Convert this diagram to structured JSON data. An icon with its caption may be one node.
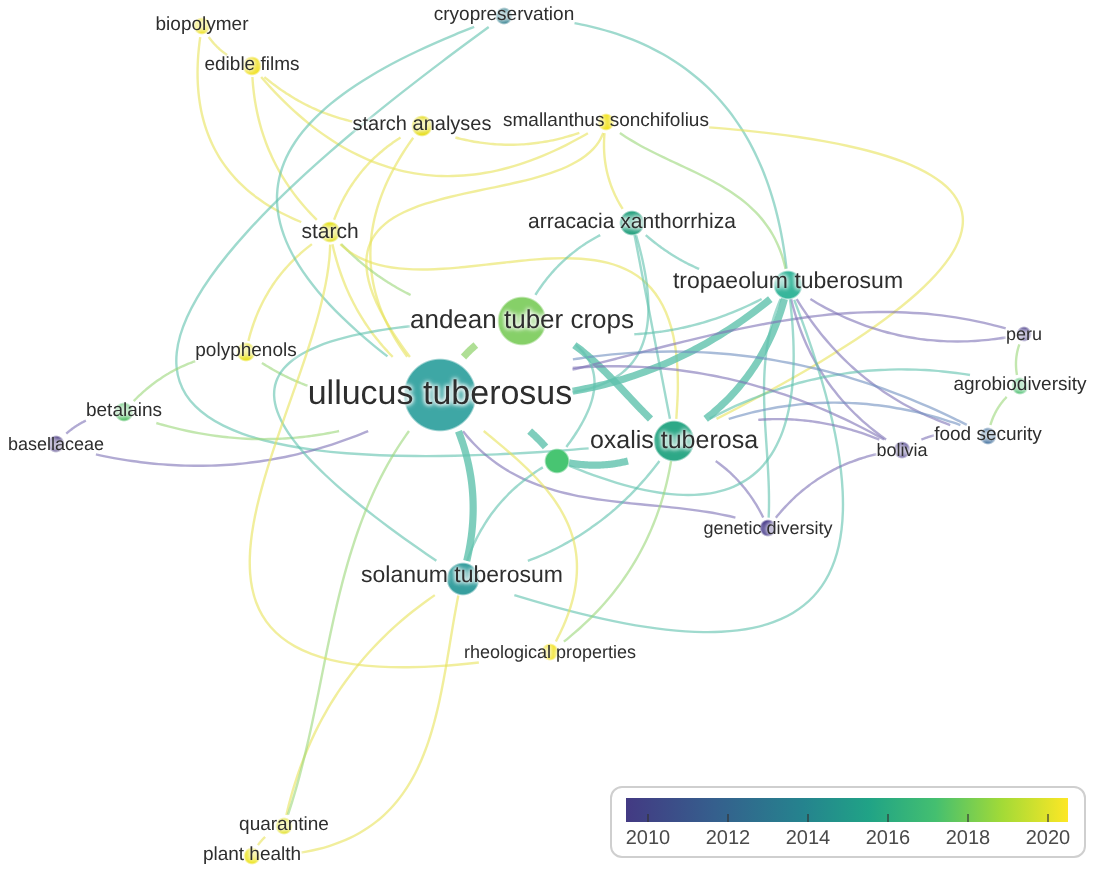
{
  "diagram": {
    "nodes": [
      {
        "text": [
          "cryopreservation"
        ]
      },
      {
        "text": [
          "biopolymer"
        ]
      },
      {
        "text": [
          "edible films"
        ]
      },
      {
        "text": [
          "smallanthus sonchifolius"
        ]
      },
      {
        "text": [
          "starch analyses"
        ]
      },
      {
        "text": [
          "arracacia xanthorrhiza"
        ]
      },
      {
        "text": [
          "starch"
        ]
      },
      {
        "text": [
          "tropaeolum tuberosum"
        ]
      },
      {
        "text": [
          "andean tuber crops"
        ]
      },
      {
        "text": [
          "peru"
        ]
      },
      {
        "text": [
          "polyphenols"
        ]
      },
      {
        "text": [
          "agrobiodiversity"
        ]
      },
      {
        "text": [
          "ullucus tuberosus"
        ]
      },
      {
        "text": [
          "betalains"
        ]
      },
      {
        "text": [
          "food security"
        ]
      },
      {
        "text": [
          "oxalis tuberosa"
        ]
      },
      {
        "text": [
          "basellaceae"
        ]
      },
      {
        "text": [
          "bolivia"
        ]
      },
      {
        "text": [],
        "shape": "circle"
      },
      {
        "text": [
          "genetic diversity"
        ]
      },
      {
        "text": [
          "solanum tuberosum"
        ]
      },
      {
        "text": [
          "rheological properties"
        ]
      },
      {
        "text": [
          "quarantine"
        ]
      },
      {
        "text": [
          "plant health"
        ]
      }
    ],
    "edges": [
      {
        "from": 1,
        "to": 2,
        "arrow": "none",
        "color": "#e8e35a"
      },
      {
        "from": 1,
        "to": 6,
        "arrow": "none",
        "color": "#e8e35a"
      },
      {
        "from": 2,
        "to": 6,
        "arrow": "none",
        "color": "#e8e35a"
      },
      {
        "from": 2,
        "to": 4,
        "arrow": "none",
        "color": "#e8e35a"
      },
      {
        "from": 2,
        "to": 3,
        "arrow": "none",
        "color": "#e8e35a"
      },
      {
        "from": 4,
        "to": 6,
        "arrow": "none",
        "color": "#e8e35a"
      },
      {
        "from": 4,
        "to": 12,
        "arrow": "none",
        "color": "#e8e35a"
      },
      {
        "from": 4,
        "to": 3,
        "arrow": "none",
        "color": "#e8e35a"
      },
      {
        "from": 6,
        "to": 12,
        "arrow": "none",
        "color": "#e8e35a"
      },
      {
        "from": 6,
        "to": 10,
        "arrow": "none",
        "color": "#e8e35a"
      },
      {
        "from": 6,
        "to": 8,
        "arrow": "none",
        "color": "#9bd77a"
      },
      {
        "from": 6,
        "to": 15,
        "arrow": "none",
        "color": "#e8e35a"
      },
      {
        "from": 0,
        "to": 12,
        "arrow": "none"
      },
      {
        "from": 0,
        "to": 15,
        "arrow": "none"
      },
      {
        "from": 0,
        "to": 7,
        "arrow": "none"
      },
      {
        "from": 3,
        "to": 12,
        "arrow": "none",
        "color": "#e8e35a"
      },
      {
        "from": 3,
        "to": 5,
        "arrow": "none",
        "color": "#e8e35a"
      },
      {
        "from": 3,
        "to": 15,
        "arrow": "none",
        "color": "#e8e35a"
      },
      {
        "from": 3,
        "to": 7,
        "arrow": "none",
        "color": "#9bd77a"
      },
      {
        "from": 5,
        "to": 12,
        "arrow": "none"
      },
      {
        "from": 5,
        "to": 15,
        "arrow": "none"
      },
      {
        "from": 5,
        "to": 7,
        "arrow": "none"
      },
      {
        "from": 5,
        "to": 8,
        "arrow": "none"
      },
      {
        "from": 8,
        "to": 12,
        "arrow": "none",
        "style": "thick",
        "color": "#9bd77a"
      },
      {
        "from": 8,
        "to": 15,
        "arrow": "none",
        "style": "thick"
      },
      {
        "from": 8,
        "to": 7,
        "arrow": "none"
      },
      {
        "from": 12,
        "to": 7,
        "arrow": "none",
        "style": "thick"
      },
      {
        "from": 15,
        "to": 7,
        "arrow": "none",
        "style": "thick"
      },
      {
        "from": 7,
        "to": 9,
        "arrow": "none",
        "color": "#7d72b5"
      },
      {
        "from": 7,
        "to": 14,
        "arrow": "none",
        "color": "#7d72b5"
      },
      {
        "from": 7,
        "to": 17,
        "arrow": "none",
        "color": "#7d72b5"
      },
      {
        "from": 7,
        "to": 19,
        "arrow": "none"
      },
      {
        "from": 7,
        "to": 20,
        "arrow": "none"
      },
      {
        "from": 9,
        "to": 12,
        "arrow": "none",
        "color": "#7d72b5"
      },
      {
        "from": 9,
        "to": 11,
        "arrow": "none",
        "color": "#9bd77a"
      },
      {
        "from": 11,
        "to": 14,
        "arrow": "none",
        "color": "#9bd77a"
      },
      {
        "from": 11,
        "to": 15,
        "arrow": "none"
      },
      {
        "from": 14,
        "to": 12,
        "arrow": "none",
        "color": "#6f8fc0"
      },
      {
        "from": 14,
        "to": 17,
        "arrow": "none",
        "color": "#7d72b5"
      },
      {
        "from": 14,
        "to": 15,
        "arrow": "none",
        "color": "#6f8fc0"
      },
      {
        "from": 17,
        "to": 12,
        "arrow": "none",
        "color": "#7d72b5"
      },
      {
        "from": 17,
        "to": 15,
        "arrow": "none",
        "color": "#7d72b5"
      },
      {
        "from": 17,
        "to": 19,
        "arrow": "none",
        "color": "#7d72b5"
      },
      {
        "from": 19,
        "to": 12,
        "arrow": "none",
        "color": "#7d72b5"
      },
      {
        "from": 19,
        "to": 15,
        "arrow": "none",
        "color": "#7d72b5"
      },
      {
        "from": 10,
        "to": 12,
        "arrow": "none",
        "color": "#9bd77a"
      },
      {
        "from": 10,
        "to": 13,
        "arrow": "none",
        "color": "#9bd77a"
      },
      {
        "from": 13,
        "to": 12,
        "arrow": "none",
        "color": "#9bd77a"
      },
      {
        "from": 13,
        "to": 16,
        "arrow": "none",
        "color": "#7d72b5"
      },
      {
        "from": 16,
        "to": 12,
        "arrow": "none",
        "color": "#7d72b5"
      },
      {
        "from": 18,
        "to": 12,
        "arrow": "none",
        "style": "thick"
      },
      {
        "from": 18,
        "to": 15,
        "arrow": "none",
        "style": "thick"
      },
      {
        "from": 18,
        "to": 8,
        "arrow": "none"
      },
      {
        "from": 18,
        "to": 7,
        "arrow": "none"
      },
      {
        "from": 18,
        "to": 20,
        "arrow": "none"
      },
      {
        "from": 20,
        "to": 12,
        "arrow": "none",
        "style": "thick"
      },
      {
        "from": 20,
        "to": 15,
        "arrow": "none"
      },
      {
        "from": 20,
        "to": 8,
        "arrow": "none"
      },
      {
        "from": 20,
        "to": 22,
        "arrow": "none",
        "color": "#e8e35a"
      },
      {
        "from": 20,
        "to": 23,
        "arrow": "none",
        "color": "#e8e35a"
      },
      {
        "from": 22,
        "to": 23,
        "arrow": "none",
        "color": "#e8e35a"
      },
      {
        "from": 22,
        "to": 12,
        "arrow": "none",
        "color": "#9bd77a"
      },
      {
        "from": 21,
        "to": 12,
        "arrow": "none",
        "color": "#e8e35a"
      },
      {
        "from": 21,
        "to": 6,
        "arrow": "none",
        "color": "#e8e35a"
      },
      {
        "from": 21,
        "to": 15,
        "arrow": "none",
        "color": "#9bd77a"
      }
    ],
    "labels": [
      "2010",
      "2012",
      "2014",
      "2016",
      "2018",
      "2020"
    ]
  }
}
